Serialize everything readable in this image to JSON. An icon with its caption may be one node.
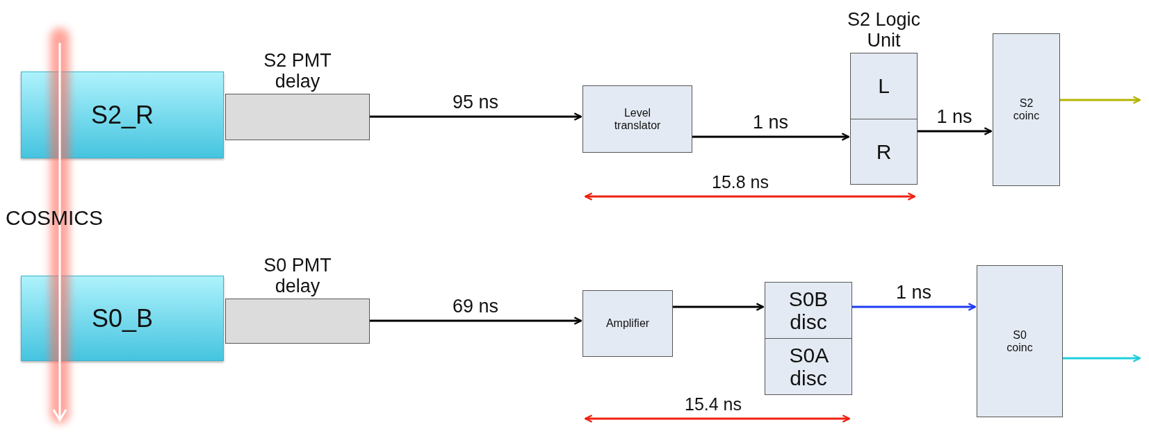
{
  "diagram": {
    "nodes": [
      {
        "text": [
          "S2_R"
        ]
      },
      {
        "text": [
          "S2 PMT delay"
        ]
      },
      {
        "text": [
          "Level translator"
        ]
      },
      {
        "text": [
          "S2 Logic Unit"
        ]
      },
      {
        "text": [
          "L"
        ],
        "in": 3
      },
      {
        "text": [
          "R"
        ],
        "in": 3
      },
      {
        "text": [
          "S2 coinc"
        ]
      },
      {
        "text": [
          "S0_B"
        ]
      },
      {
        "text": [
          "S0 PMT delay"
        ]
      },
      {
        "text": [
          "Amplifier"
        ]
      },
      {
        "text": [],
        "shape": "box"
      },
      {
        "text": [
          "S0B disc"
        ],
        "in": 10
      },
      {
        "text": [
          "S0A disc"
        ],
        "in": 10
      },
      {
        "text": [
          "S0 coinc"
        ]
      }
    ],
    "edges": [
      {
        "from": 1,
        "to": 2,
        "arrow": "to",
        "label": "95 ns"
      },
      {
        "from": 2,
        "to": 5,
        "arrow": "to",
        "label": "1 ns"
      },
      {
        "from": 5,
        "to": 6,
        "arrow": "to",
        "label": "1 ns"
      },
      {
        "from": 6,
        "to": null,
        "arrow": "to",
        "color": "#b5b400"
      },
      {
        "from": 8,
        "to": 9,
        "arrow": "to",
        "label": "69 ns"
      },
      {
        "from": 9,
        "to": 11,
        "arrow": "to"
      },
      {
        "from": 11,
        "to": 13,
        "arrow": "to",
        "label": "1 ns",
        "color": "#1f3cf5"
      },
      {
        "from": 13,
        "to": null,
        "arrow": "to",
        "color": "#1ccfdc"
      }
    ],
    "labels": [
      "COSMICS",
      "15.8 ns",
      "15.4 ns"
    ]
  }
}
